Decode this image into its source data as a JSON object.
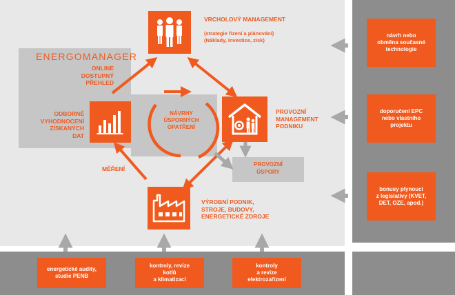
{
  "colors": {
    "accent": "#f05a1e",
    "panel": "#c6c6c6",
    "background": "#e8e8e8",
    "frame": "#8d8d8d",
    "arrow": "#a8a8a8"
  },
  "energomanager": {
    "title": "ENERGOMANAGER"
  },
  "top_management": {
    "icon": "people-group-icon",
    "title": "VRCHOLOVÝ MANAGEMENT",
    "line1": "(strategie řízení a plánování)",
    "line2": "(Náklady, investice, zisk)"
  },
  "operations": {
    "icon": "house-people-icon",
    "line1": "PROVOZNÍ",
    "line2": "MANAGEMENT",
    "line3": "PODNIKU"
  },
  "production": {
    "icon": "factory-icon",
    "line1": "VÝROBNÍ PODNIK,",
    "line2": "STROJE, BUDOVY,",
    "line3": "ENERGETICKÉ ZDROJE"
  },
  "evaluation": {
    "icon": "bar-chart-icon",
    "line1": "ODBORNÉ",
    "line2": "VYHODNOCENÍ",
    "line3": "ZÍSKANÝCH DAT"
  },
  "online": {
    "line1": "ONLINE",
    "line2": "DOSTUPNÝ",
    "line3": "PŘEHLED"
  },
  "measurement": {
    "label": "MĚŘENÍ"
  },
  "center": {
    "line1": "NÁVRHY",
    "line2": "ÚSPORNÝCH",
    "line3": "OPATŘENÍ"
  },
  "savings": {
    "line1": "PROVOZNÍ",
    "line2": "ÚSPORY"
  },
  "right_boxes": [
    {
      "line1": "návrh nebo",
      "line2": "obměna současné",
      "line3": "technologie"
    },
    {
      "line1": "doporučení EPC",
      "line2": "nebo vlastního",
      "line3": "projektu"
    },
    {
      "line1": "bonusy plynoucí",
      "line2": "z legislativy (KVET,",
      "line3": "DET, OZE, apod.)"
    }
  ],
  "bottom_boxes": [
    {
      "line1": "energetické audity,",
      "line2": "studie PENB"
    },
    {
      "line1": "kontroly, revize",
      "line2": "kotlů",
      "line3": "a klimatizací"
    },
    {
      "line1": "kontroly",
      "line2": "a revize",
      "line3": "elektrozařízení"
    }
  ]
}
